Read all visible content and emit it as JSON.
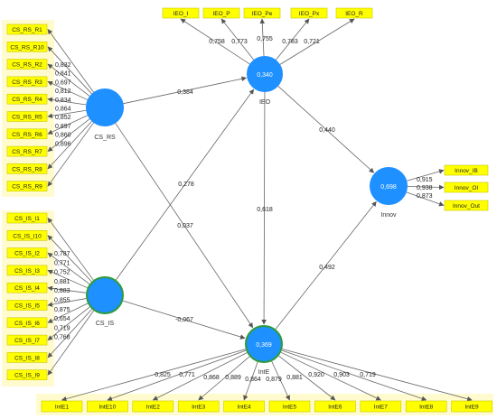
{
  "colors": {
    "indicator_fill": "#ffff00",
    "indicator_border": "#c8c800",
    "construct_fill": "#1e90ff",
    "construct_ring": "#2e9b3a",
    "highlight": "#fffbcf",
    "arrow": "#666666",
    "text": "#222222"
  },
  "constructs": {
    "cs_rs": {
      "name": "CS_RS",
      "r2": ""
    },
    "cs_is": {
      "name": "CS_IS",
      "r2": ""
    },
    "ieo": {
      "name": "IEO",
      "r2": "0,340"
    },
    "inte": {
      "name": "IntE",
      "r2": "0,369"
    },
    "innov": {
      "name": "Innov",
      "r2": "0,698"
    }
  },
  "paths": {
    "cs_rs_ieo": "0,384",
    "cs_rs_inte": "0,037",
    "cs_is_ieo": "0,278",
    "cs_is_inte": "-0,067",
    "ieo_inte": "0,618",
    "ieo_innov": "0,440",
    "inte_innov": "0,492"
  },
  "indicators": {
    "cs_rs": [
      {
        "label": "CS_RS_R1",
        "loading": ""
      },
      {
        "label": "CS_RS_R10",
        "loading": "0,832"
      },
      {
        "label": "CS_RS_R2",
        "loading": "0,841"
      },
      {
        "label": "CS_RS_R3",
        "loading": "0,697"
      },
      {
        "label": "CS_RS_R4",
        "loading": "0,812"
      },
      {
        "label": "CS_RS_R5",
        "loading": "0,834"
      },
      {
        "label": "CS_RS_R6",
        "loading": "0,864"
      },
      {
        "label": "CS_RS_R7",
        "loading": "0,852"
      },
      {
        "label": "CS_RS_R8",
        "loading": "0,897"
      },
      {
        "label": "CS_RS_R9",
        "loading": "0,860"
      }
    ],
    "cs_rs_extra_loading": "0,896",
    "cs_is": [
      {
        "label": "CS_IS_I1",
        "loading": ""
      },
      {
        "label": "CS_IS_I10",
        "loading": "0,787"
      },
      {
        "label": "CS_IS_I2",
        "loading": "0,771"
      },
      {
        "label": "CS_IS_I3",
        "loading": "0,752"
      },
      {
        "label": "CS_IS_I4",
        "loading": "0,881"
      },
      {
        "label": "CS_IS_I5",
        "loading": "0,883"
      },
      {
        "label": "CS_IS_I6",
        "loading": "0,855"
      },
      {
        "label": "CS_IS_I7",
        "loading": "0,875"
      },
      {
        "label": "CS_IS_I8",
        "loading": "0,654"
      },
      {
        "label": "CS_IS_I9",
        "loading": "0,719"
      }
    ],
    "cs_is_extra_loading": "0,768",
    "ieo": [
      {
        "label": "IEO_I",
        "loading": "0,758"
      },
      {
        "label": "IEO_P",
        "loading": "0,773"
      },
      {
        "label": "IEO_Pe",
        "loading": "0,755"
      },
      {
        "label": "IEO_Px",
        "loading": "0,783"
      },
      {
        "label": "IEO_R",
        "loading": "0,721"
      }
    ],
    "innov": [
      {
        "label": "Innov_IB",
        "loading": "0,915"
      },
      {
        "label": "Innov_OI",
        "loading": "0,938"
      },
      {
        "label": "Innov_Out",
        "loading": "0,873"
      }
    ],
    "inte": [
      {
        "label": "IntE1",
        "loading": "0,825"
      },
      {
        "label": "IntE10",
        "loading": "0,771"
      },
      {
        "label": "IntE2",
        "loading": "0,868"
      },
      {
        "label": "IntE3",
        "loading": "0,889"
      },
      {
        "label": "IntE4",
        "loading": "0,864"
      },
      {
        "label": "IntE5",
        "loading": "0,879"
      },
      {
        "label": "IntE6",
        "loading": "0,881"
      },
      {
        "label": "IntE7",
        "loading": "0,920"
      },
      {
        "label": "IntE8",
        "loading": "0,903"
      },
      {
        "label": "IntE9",
        "loading": "0,719"
      }
    ]
  }
}
